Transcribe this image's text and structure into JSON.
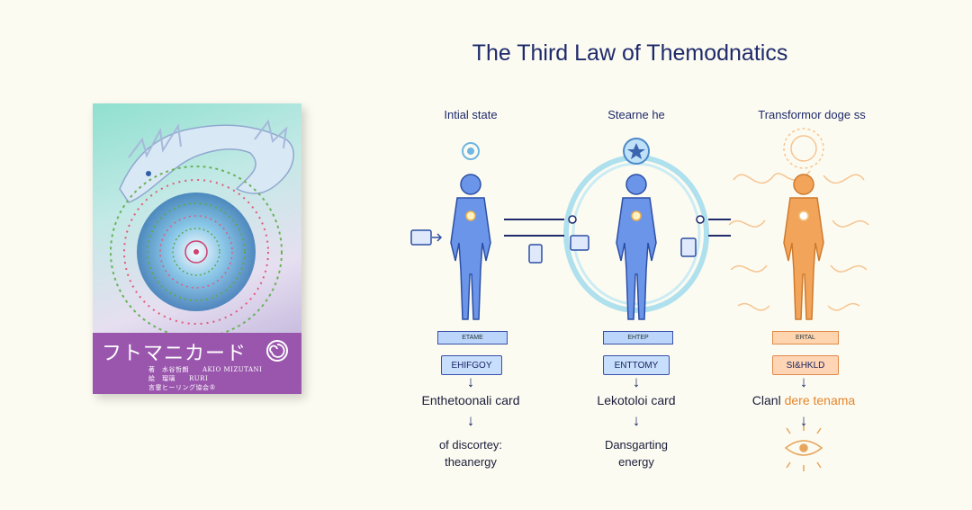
{
  "colors": {
    "background": "#fcfbf1",
    "navy": "#1e2a6b",
    "blue_figure": "#6b95e8",
    "orange_figure": "#f2a55a",
    "book_band": "#9a56ad"
  },
  "book": {
    "title": "フトマニカード",
    "line1": "著　水谷哲朗　　AKIO MIZUTANI",
    "line2": "絵　瑠璃　　RURI",
    "line3": "言霊ヒーリング協会®"
  },
  "diagram": {
    "title": "The Third Law of Themodnatics",
    "stages": [
      {
        "label": "Intial state",
        "tag": "ETAME",
        "box": "EHIFGOY",
        "text": "Enthetoonali card",
        "text2_line1": "of discortey:",
        "text2_line2": "theanergy"
      },
      {
        "label": "Stearne he",
        "tag": "EHTEP",
        "box": "ENTTOMY",
        "text": "Lekotoloi card",
        "text2_line1": "Dansgarting",
        "text2_line2": "energy"
      },
      {
        "label": "Transformor doge ss",
        "tag": "ERTAL",
        "box": "SI&HKLD",
        "text_part1": "Clanl ",
        "text_part2": "dere tenama"
      }
    ],
    "arrow_symbol": "↓"
  }
}
